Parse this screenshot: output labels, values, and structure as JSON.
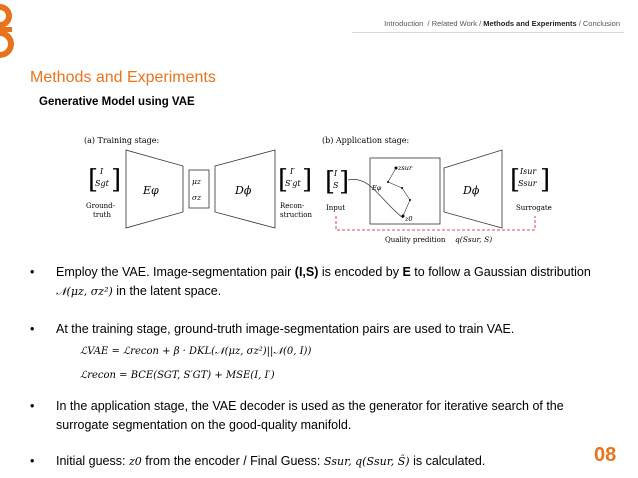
{
  "nav": {
    "introduction": "Introduction",
    "related_work": "/ Related Work /",
    "methods": "Methods and Experiments",
    "conclusion": "/ Conclusion"
  },
  "title": "Methods and Experiments",
  "subtitle": "Generative Model using VAE",
  "figure": {
    "training_label": "(a) Training stage:",
    "application_label": "(b) Application stage:",
    "encoder_left": "Eφ",
    "decoder_left": "Dϕ",
    "mu": "μz",
    "sigma": "σz",
    "input_left_top": "I",
    "input_left_bottom": "Sgt",
    "ground_truth_1": "Ground-",
    "ground_truth_2": "truth",
    "recon_top": "I′",
    "recon_bottom": "S′gt",
    "recon_label_1": "Recon-",
    "recon_label_2": "struction",
    "app_input_top": "I",
    "app_input_bottom": "S",
    "app_input_label": "Input",
    "z_sur": "zsur",
    "z0": "z0",
    "e_phi_small": "Eφ",
    "decoder_right": "Dϕ",
    "sur_top": "Isur",
    "sur_bottom": "Ssur",
    "surrogate_label": "Surrogate",
    "quality_label": "Quality predition",
    "quality_formula": "q(Ssur, S)"
  },
  "bullets": [
    {
      "p1": "Employ the VAE. Image-segmentation pair ",
      "b1": "(I,S)",
      "p2": " is encoded by ",
      "b2": "E",
      "p3": " to follow a Gaussian distribution",
      "math": "𝒩(μz, σz²)",
      "p4": " in the latent space."
    },
    {
      "text": "At the training stage, ground-truth image-segmentation pairs are used to train VAE."
    },
    {
      "text": "In the application stage, the VAE decoder is used as the generator for iterative search of the surrogate segmentation on the good-quality manifold."
    },
    {
      "p1": "Initial guess:",
      "m1": "z0",
      "p2": " from the encoder / Final Guess:",
      "m2": "Ssur, q(Ssur, Ŝ)",
      "p3": " is calculated."
    }
  ],
  "equations": {
    "eq1": "ℒVAE = ℒrecon + β · DKL(𝒩(μz, σz²)||𝒩(0, I))",
    "eq2": "ℒrecon = BCE(SGT, S′GT) + MSE(I, I′)"
  },
  "page_number": "08",
  "colors": {
    "accent": "#e8731c"
  }
}
